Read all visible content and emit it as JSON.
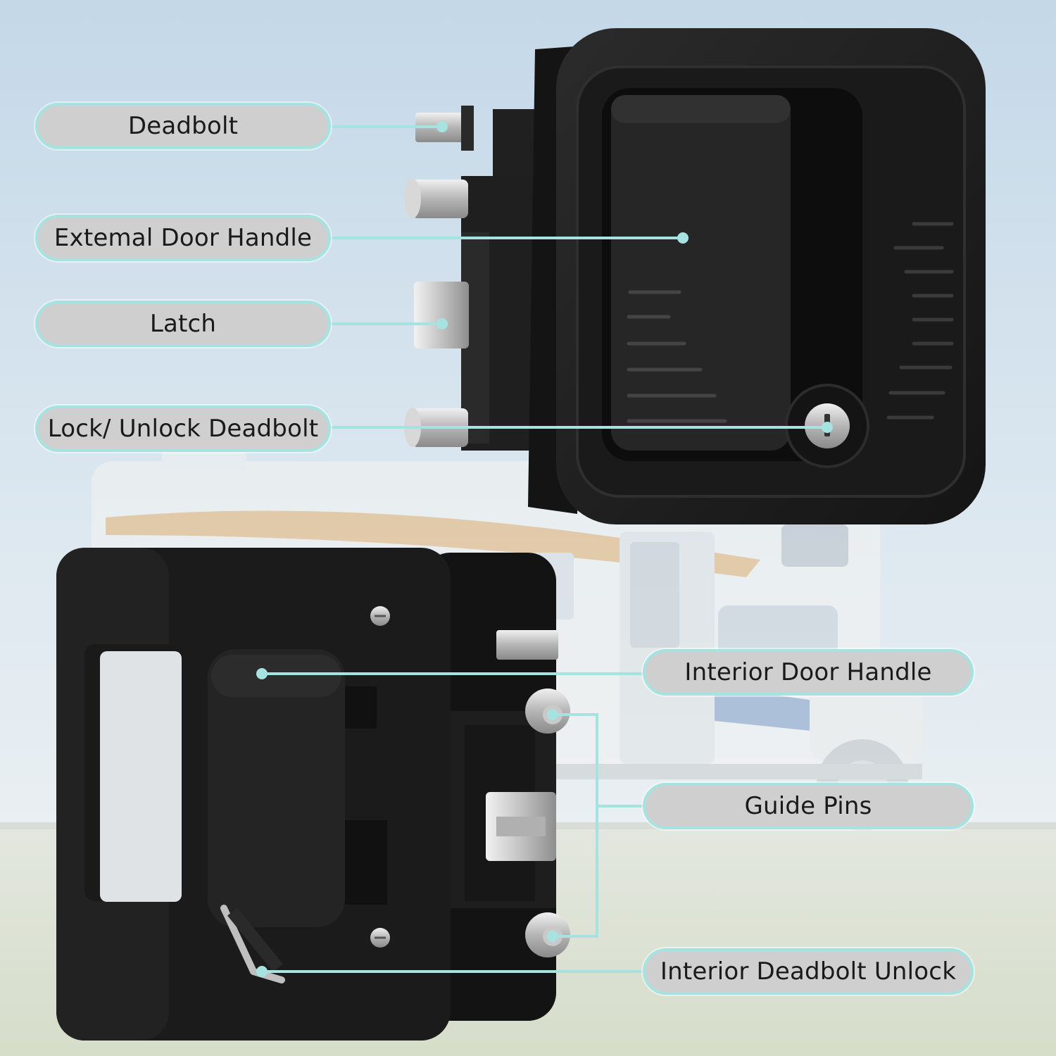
{
  "callouts": {
    "deadbolt": "Deadbolt",
    "external_handle": "Extemal Door Handle",
    "latch": "Latch",
    "lock_unlock": "Lock/ Unlock Deadbolt",
    "interior_handle": "Interior Door Handle",
    "guide_pins": "Guide Pins",
    "interior_unlock": "Interior Deadbolt Unlock"
  },
  "colors": {
    "accent": "#a6e3e0",
    "label_fill": "#cfcfcf",
    "product_black": "#1c1c1c"
  }
}
